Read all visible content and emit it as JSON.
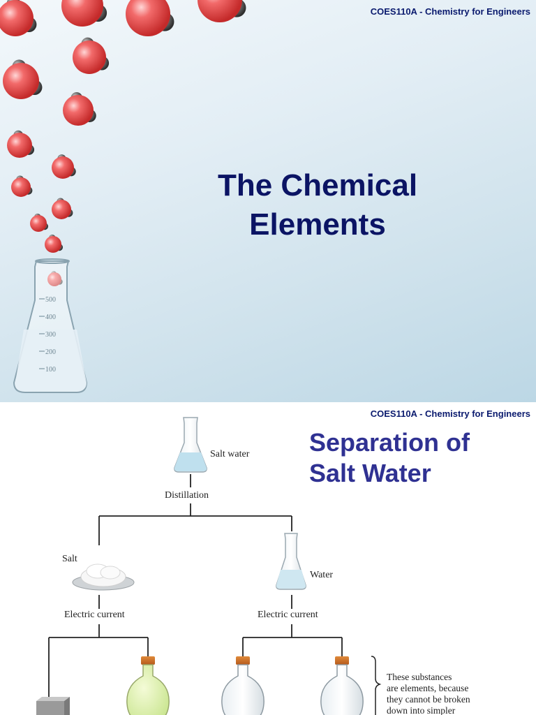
{
  "course_label": "COES110A - Chemistry for Engineers",
  "slide1": {
    "title_line1": "The Chemical",
    "title_line2": "Elements",
    "beaker_marks": [
      "500",
      "400",
      "300",
      "200",
      "100"
    ]
  },
  "slide2": {
    "title_line1": "Separation of",
    "title_line2": "Salt Water",
    "labels": {
      "salt_water": "Salt water",
      "distillation": "Distillation",
      "salt": "Salt",
      "water": "Water",
      "electric_current_left": "Electric current",
      "electric_current_right": "Electric current"
    },
    "note_lines": [
      "These substances",
      "are elements, because",
      "they cannot be broken",
      "down into simpler"
    ]
  },
  "colors": {
    "title_dark": "#0b1464",
    "title_blue": "#2f3192",
    "course": "#0a1a6e"
  }
}
